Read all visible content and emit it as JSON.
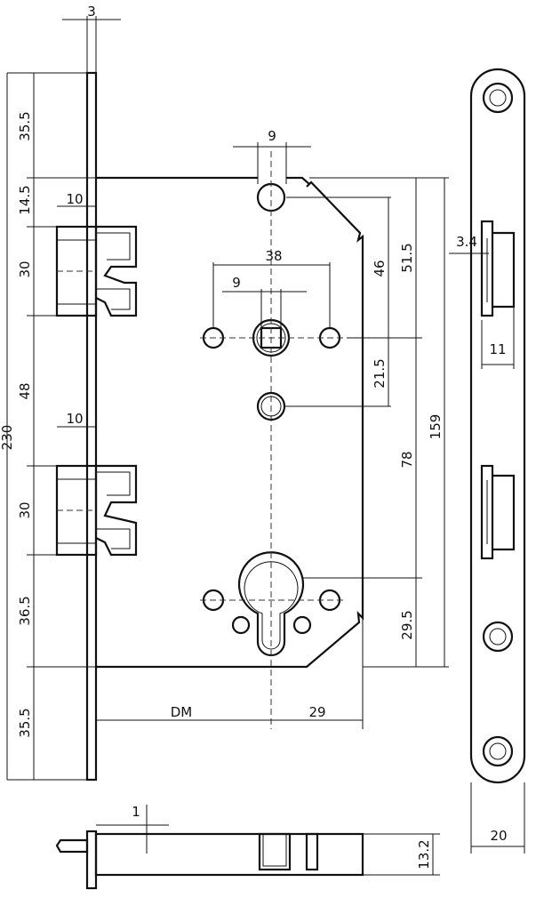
{
  "dimensions": {
    "top_faceplate_thickness": "3",
    "left_top": "35.5",
    "left_latch_offset": "14.5",
    "left_latch_height": "30",
    "left_middle": "48",
    "left_bolt_height": "30",
    "left_lower": "36.5",
    "left_bottom": "35.5",
    "total_height": "230",
    "latch_projection_top": "10",
    "latch_projection_bottom": "10",
    "follower_spacing_top": "9",
    "screw_spacing": "38",
    "follower_square": "9",
    "right_51_5": "51.5",
    "right_46": "46",
    "right_21_5": "21.5",
    "right_78": "78",
    "right_159": "159",
    "right_29_5": "29.5",
    "backset": "DM",
    "cyl_to_edge": "29",
    "strike_offset": "3.4",
    "strike_width": "11",
    "faceplate_width": "20",
    "bottom_1": "1",
    "bottom_13_2": "13.2"
  }
}
